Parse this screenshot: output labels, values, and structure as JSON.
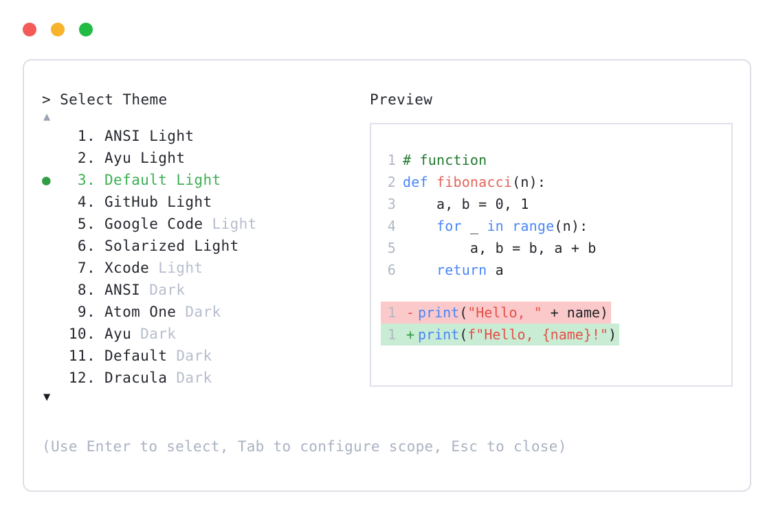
{
  "window": {
    "dots": [
      {
        "name": "close",
        "color": "#f45b56"
      },
      {
        "name": "minimize",
        "color": "#f7b32b"
      },
      {
        "name": "maximize",
        "color": "#22bb44"
      }
    ]
  },
  "left": {
    "prompt": "> Select Theme",
    "scroll_up": "▲",
    "scroll_down": "▼",
    "selected_index": 3,
    "bullet": "●",
    "items": [
      {
        "number": " 1.",
        "name": "ANSI",
        "variant": "Light",
        "variant_dim": false,
        "selected": false
      },
      {
        "number": " 2.",
        "name": "Ayu",
        "variant": "Light",
        "variant_dim": false,
        "selected": false
      },
      {
        "number": " 3.",
        "name": "Default",
        "variant": "Light",
        "variant_dim": false,
        "selected": true
      },
      {
        "number": " 4.",
        "name": "GitHub",
        "variant": "Light",
        "variant_dim": false,
        "selected": false
      },
      {
        "number": " 5.",
        "name": "Google Code",
        "variant": "Light",
        "variant_dim": true,
        "selected": false
      },
      {
        "number": " 6.",
        "name": "Solarized",
        "variant": "Light",
        "variant_dim": false,
        "selected": false
      },
      {
        "number": " 7.",
        "name": "Xcode",
        "variant": "Light",
        "variant_dim": true,
        "selected": false
      },
      {
        "number": " 8.",
        "name": "ANSI",
        "variant": "Dark",
        "variant_dim": true,
        "selected": false
      },
      {
        "number": " 9.",
        "name": "Atom One",
        "variant": "Dark",
        "variant_dim": true,
        "selected": false
      },
      {
        "number": "10.",
        "name": "Ayu",
        "variant": "Dark",
        "variant_dim": true,
        "selected": false
      },
      {
        "number": "11.",
        "name": "Default",
        "variant": "Dark",
        "variant_dim": true,
        "selected": false
      },
      {
        "number": "12.",
        "name": "Dracula",
        "variant": "Dark",
        "variant_dim": true,
        "selected": false
      }
    ]
  },
  "hint": "(Use Enter to select, Tab to configure scope, Esc to close)",
  "right": {
    "title": "Preview",
    "code_lines": [
      {
        "ln": "1",
        "tokens": [
          {
            "t": "# function",
            "c": "comment"
          }
        ]
      },
      {
        "ln": "2",
        "tokens": [
          {
            "t": "def ",
            "c": "keyword"
          },
          {
            "t": "fibonacci",
            "c": "func"
          },
          {
            "t": "(n):",
            "c": "plain"
          }
        ]
      },
      {
        "ln": "3",
        "tokens": [
          {
            "t": "    a, b = 0, 1",
            "c": "plain"
          }
        ]
      },
      {
        "ln": "4",
        "tokens": [
          {
            "t": "    ",
            "c": "plain"
          },
          {
            "t": "for",
            "c": "keyword"
          },
          {
            "t": " _ ",
            "c": "plain"
          },
          {
            "t": "in",
            "c": "keyword"
          },
          {
            "t": " ",
            "c": "plain"
          },
          {
            "t": "range",
            "c": "builtin"
          },
          {
            "t": "(n):",
            "c": "plain"
          }
        ]
      },
      {
        "ln": "5",
        "tokens": [
          {
            "t": "        a, b = b, a + b",
            "c": "plain"
          }
        ]
      },
      {
        "ln": "6",
        "tokens": [
          {
            "t": "    ",
            "c": "plain"
          },
          {
            "t": "return",
            "c": "keyword"
          },
          {
            "t": " a",
            "c": "plain"
          }
        ]
      }
    ],
    "diff_lines": [
      {
        "ln": "1",
        "mark": "-",
        "kind": "minus",
        "tokens": [
          {
            "t": "print",
            "c": "builtin"
          },
          {
            "t": "(",
            "c": "plain"
          },
          {
            "t": "\"Hello, \"",
            "c": "string"
          },
          {
            "t": " + name)",
            "c": "plain"
          }
        ]
      },
      {
        "ln": "1",
        "mark": "+",
        "kind": "plus",
        "tokens": [
          {
            "t": "print",
            "c": "builtin"
          },
          {
            "t": "(",
            "c": "plain"
          },
          {
            "t": "f\"Hello, {name}!\"",
            "c": "string"
          },
          {
            "t": ")",
            "c": "plain"
          }
        ]
      }
    ]
  },
  "colors": {
    "accent_green": "#3cb054",
    "diff_add_bg": "#c9ecd4",
    "diff_del_bg": "#fbc9c9",
    "border": "#dcdfe6",
    "dim_text": "#b6bdcc"
  }
}
